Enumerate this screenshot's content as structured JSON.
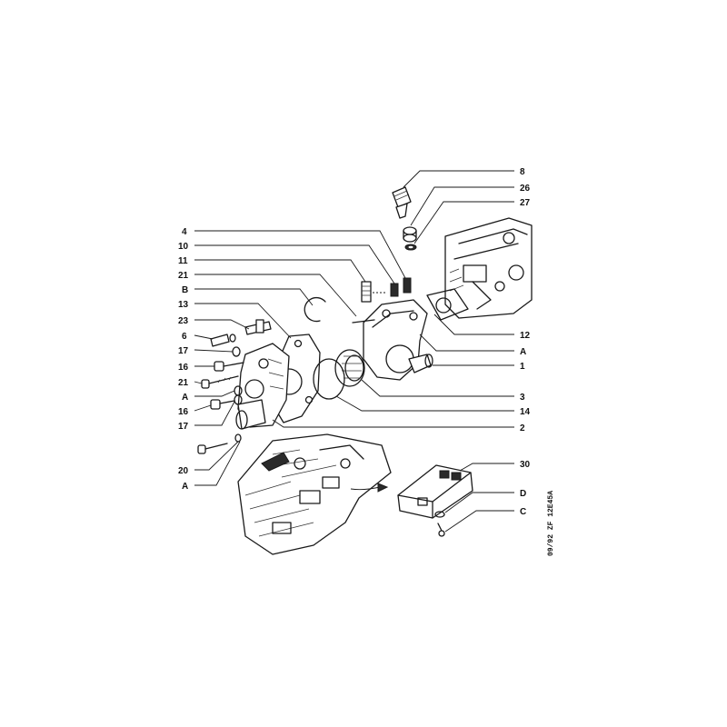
{
  "diagram": {
    "callouts_right": [
      {
        "id": "c-8",
        "label": "8"
      },
      {
        "id": "c-26",
        "label": "26"
      },
      {
        "id": "c-27",
        "label": "27"
      },
      {
        "id": "c-12",
        "label": "12"
      },
      {
        "id": "c-A-right",
        "label": "A"
      },
      {
        "id": "c-1",
        "label": "1"
      },
      {
        "id": "c-3",
        "label": "3"
      },
      {
        "id": "c-14",
        "label": "14"
      },
      {
        "id": "c-2",
        "label": "2"
      },
      {
        "id": "c-30",
        "label": "30"
      },
      {
        "id": "c-D",
        "label": "D"
      },
      {
        "id": "c-C",
        "label": "C"
      }
    ],
    "callouts_left": [
      {
        "id": "c-4",
        "label": "4"
      },
      {
        "id": "c-10",
        "label": "10"
      },
      {
        "id": "c-11",
        "label": "11"
      },
      {
        "id": "c-21-top",
        "label": "21"
      },
      {
        "id": "c-B",
        "label": "B"
      },
      {
        "id": "c-13",
        "label": "13"
      },
      {
        "id": "c-23",
        "label": "23"
      },
      {
        "id": "c-6",
        "label": "6"
      },
      {
        "id": "c-17-top",
        "label": "17"
      },
      {
        "id": "c-16-top",
        "label": "16"
      },
      {
        "id": "c-21-mid",
        "label": "21"
      },
      {
        "id": "c-A-left",
        "label": "A"
      },
      {
        "id": "c-16-bot",
        "label": "16"
      },
      {
        "id": "c-17-bot",
        "label": "17"
      },
      {
        "id": "c-20",
        "label": "20"
      },
      {
        "id": "c-A-bottom",
        "label": "A"
      }
    ],
    "reference_code": "09/92 ZF 12E45A"
  }
}
